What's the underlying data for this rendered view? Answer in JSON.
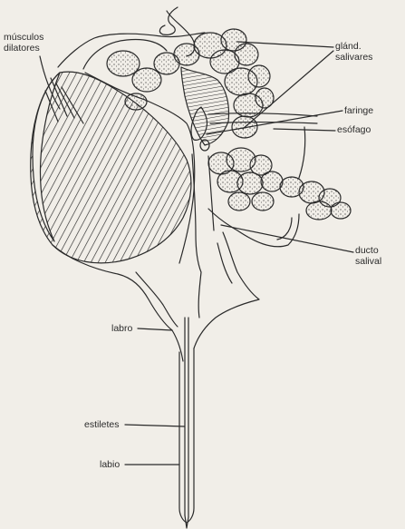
{
  "labels": {
    "musculos_line1": "músculos",
    "musculos_line2": "dilatores",
    "gland_line1": "glánd.",
    "gland_line2": "salivares",
    "faringe": "faringe",
    "esofago": "esófago",
    "ducto_line1": "ducto",
    "ducto_line2": "salival",
    "labro": "labro",
    "estiletes": "estiletes",
    "labio": "labio"
  },
  "colors": {
    "ink": "#2a2a2a",
    "paper": "#f1eee8"
  }
}
